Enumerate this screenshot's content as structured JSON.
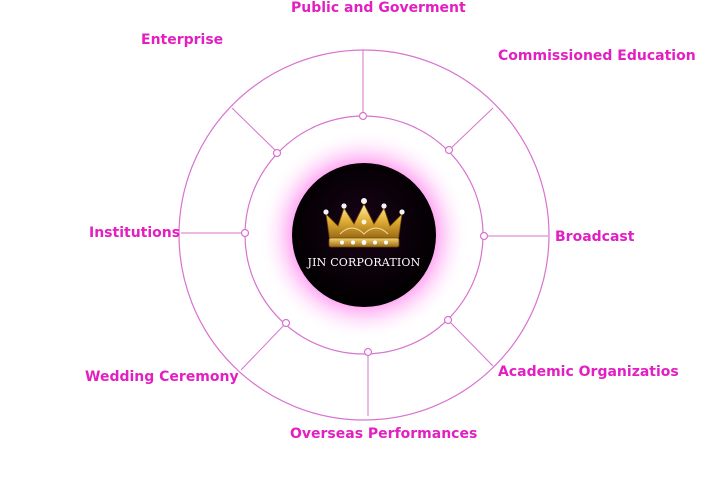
{
  "center": {
    "title": "JIN CORPORATION",
    "icon": "crown-icon"
  },
  "colors": {
    "label": "#e31fc2",
    "ring": "#d873cf",
    "glow": "#ff1fd8",
    "center_fill": "#0a0008",
    "crown_gold": "#d9a52a"
  },
  "labels": {
    "public_government": "Public and Goverment",
    "enterprise": "Enterprise",
    "commissioned_education": "Commissioned Education",
    "institutions": "Institutions",
    "broadcast": "Broadcast",
    "wedding_ceremony": "Wedding Ceremony",
    "academic_organizations": "Academic Organizatios",
    "overseas_performances": "Overseas Performances"
  }
}
